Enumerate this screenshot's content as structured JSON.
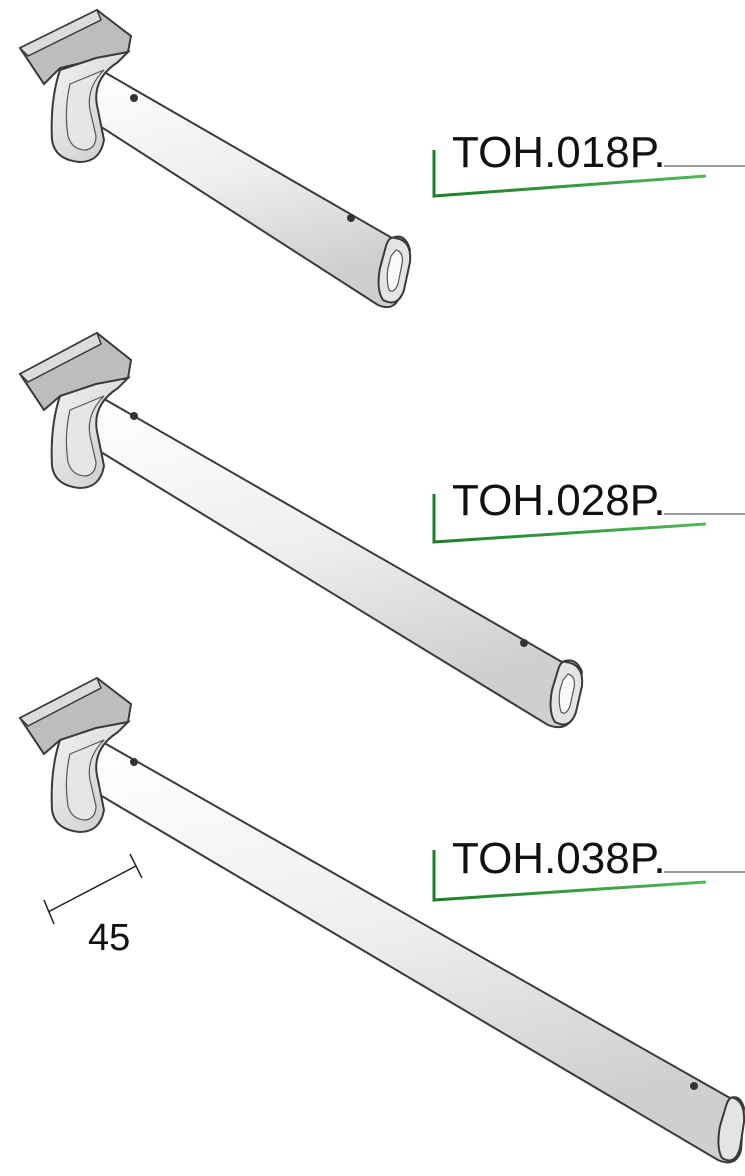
{
  "colors": {
    "background": "#ffffff",
    "outline": "#3a3a3a",
    "metal_light": "#f1f1f1",
    "metal_mid": "#d9d9d9",
    "metal_dark": "#a9a9a9",
    "plate": "#bdbdbd",
    "accent_green": "#2e9a3a",
    "leader_gray": "#7a7a7a"
  },
  "products": [
    {
      "code": "TOH.018P."
    },
    {
      "code": "TOH.028P."
    },
    {
      "code": "TOH.038P."
    }
  ],
  "dimension": {
    "value": "45"
  }
}
